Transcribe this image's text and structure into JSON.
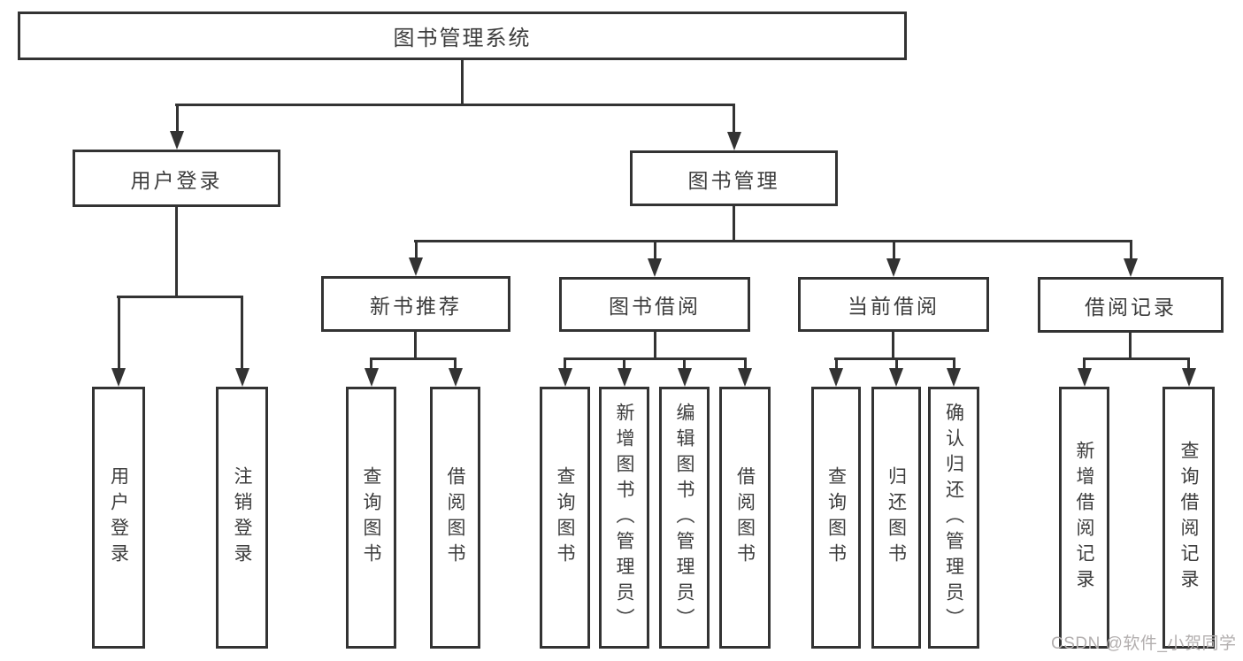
{
  "tree": {
    "root": {
      "label": "图书管理系统",
      "children": [
        {
          "label": "用户登录",
          "children": [
            {
              "label": "用户登录"
            },
            {
              "label": "注销登录"
            }
          ]
        },
        {
          "label": "图书管理",
          "children": [
            {
              "label": "新书推荐",
              "children": [
                {
                  "label": "查询图书"
                },
                {
                  "label": "借阅图书"
                }
              ]
            },
            {
              "label": "图书借阅",
              "children": [
                {
                  "label": "查询图书"
                },
                {
                  "label": "新增图书（管理员）"
                },
                {
                  "label": "编辑图书（管理员）"
                },
                {
                  "label": "借阅图书"
                }
              ]
            },
            {
              "label": "当前借阅",
              "children": [
                {
                  "label": "查询图书"
                },
                {
                  "label": "归还图书"
                },
                {
                  "label": "确认归还（管理员）"
                }
              ]
            },
            {
              "label": "借阅记录",
              "children": [
                {
                  "label": "新增借阅记录"
                },
                {
                  "label": "查询借阅记录"
                }
              ]
            }
          ]
        }
      ]
    }
  },
  "watermark": {
    "text": "CSDN @软件_小贺同学"
  },
  "colors": {
    "line": "#333333",
    "text": "#3d3d3d",
    "background": "#ffffff",
    "watermark": "#b3afaf"
  }
}
